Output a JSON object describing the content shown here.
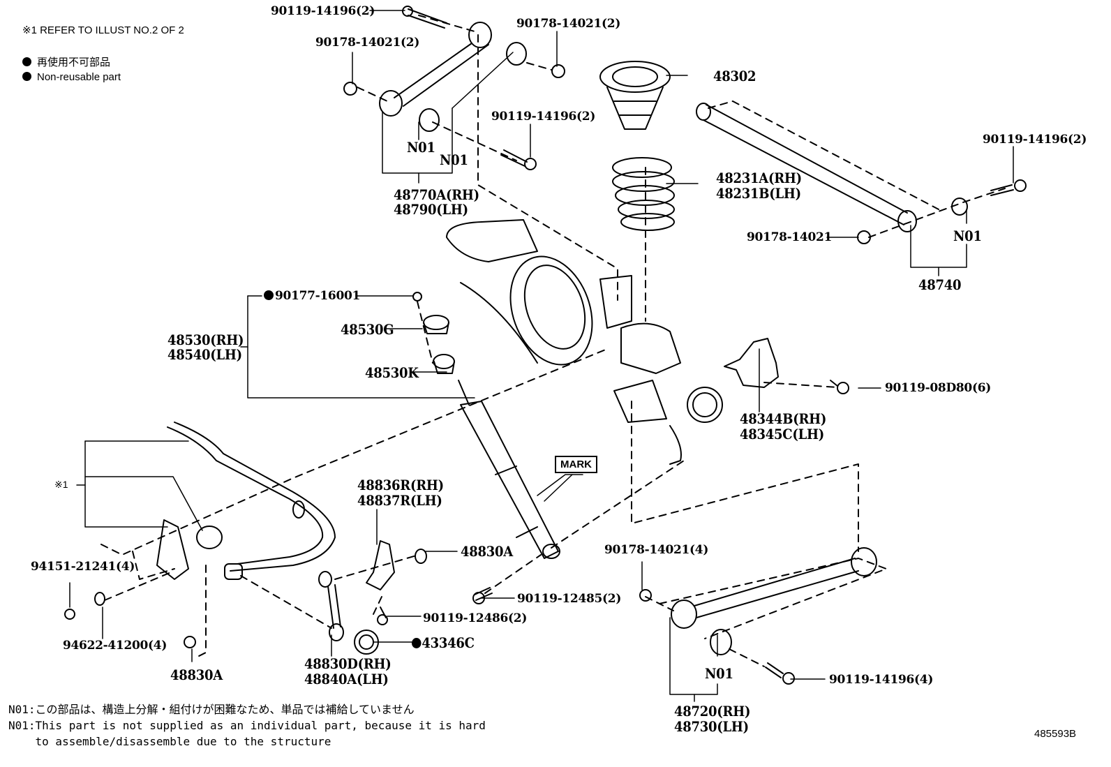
{
  "notes": {
    "refer": "※1 REFER TO ILLUST NO.2 OF 2",
    "non_reusable_jp": "再使用不可部品",
    "non_reusable_en": "Non-reusable part"
  },
  "labels": {
    "bolt_upper_arm_top": "90119-14196(2)",
    "nut_upper_right": "90178-14021(2)",
    "nut_upper_left": "90178-14021(2)",
    "bolt_upper_arm_mid": "90119-14196(2)",
    "n01_a": "N01",
    "n01_b": "N01",
    "upper_arm_rh": "48770A(RH)",
    "upper_arm_lh": "48790(LH)",
    "bumper": "48302",
    "spring_rh": "48231A(RH)",
    "spring_lh": "48231B(LH)",
    "bolt_lateral": "90119-14196(2)",
    "nut_lateral": "90178-14021",
    "n01_c": "N01",
    "lateral_rod": "48740",
    "nut_shock_top": "90177-16001",
    "shock_rh": "48530(RH)",
    "shock_lh": "48540(LH)",
    "shock_cushion_g": "48530G",
    "shock_cushion_k": "48530K",
    "bracket_rh": "48344B(RH)",
    "bracket_lh": "48345C(LH)",
    "bolt_bracket": "90119-08D80(6)",
    "mark": "MARK",
    "ref_1": "※1",
    "nut_stab": "94151-21241(4)",
    "washer_stab": "94622-41200(4)",
    "stab_nut_a": "48830A",
    "stab_bracket_rh": "48836R(RH)",
    "stab_bracket_lh": "48837R(LH)",
    "stab_nut_b": "48830A",
    "bolt_stab_bracket": "90119-12486(2)",
    "bolt_shock_lower": "90119-12485(2)",
    "sensor": "43346C",
    "link_rh": "48830D(RH)",
    "link_lh": "48840A(LH)",
    "nut_lower_arm": "90178-14021(4)",
    "bolt_lower_arm": "90119-14196(4)",
    "n01_d": "N01",
    "lower_arm_rh": "48720(RH)",
    "lower_arm_lh": "48730(LH)"
  },
  "footnotes": {
    "jp": "N01:この部品は、構造上分解・組付けが困難なため、単品では補給していません",
    "en_1": "N01:This part is not supplied as an individual part, because it is hard",
    "en_2": "    to assemble/disassemble due to the structure"
  },
  "illustration_code": "485593B"
}
